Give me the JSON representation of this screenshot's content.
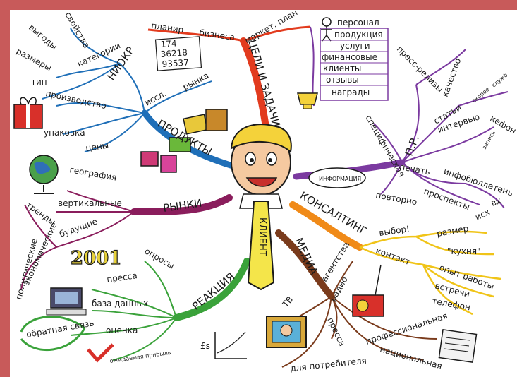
{
  "center": {
    "label": "КЛИЕНТ",
    "bubble": "ИНФОРМАЦИЯ"
  },
  "branches": {
    "goals": {
      "label": "ЦЕЛИ И ЗАДАЧИ",
      "children": [
        "планир",
        "бизнеса",
        "маркет. план"
      ],
      "numbers": [
        "174",
        "36218",
        "93537"
      ],
      "items": [
        "персонал",
        "продукция",
        "услуги",
        "финансовые",
        "клиенты",
        "отзывы",
        "награды"
      ]
    },
    "products": {
      "label": "ПРОДУКТЫ",
      "niokr": "НИОКР",
      "niokr_children": [
        "свойства",
        "выгоды",
        "размеры",
        "категории",
        "тип",
        "производство"
      ],
      "research": [
        "иссл.",
        "рынка"
      ],
      "other": [
        "упаковка",
        "цены"
      ]
    },
    "markets": {
      "label": "РЫНКИ",
      "children": [
        "география",
        "вертикальные",
        "тренды",
        "будущие",
        "экономические",
        "политические"
      ],
      "year": "2001"
    },
    "reaction": {
      "label": "РЕАКЦИЯ",
      "children": [
        "опросы",
        "пресса",
        "база данных",
        "обратная связь",
        "оценка",
        "ожидаемая прибыль"
      ],
      "graph_label": "£s"
    },
    "media": {
      "label": "МЕДИА",
      "children": [
        "агентства",
        "ТВ",
        "радио",
        "пресса",
        "профессиональная",
        "национальная",
        "для потребителя"
      ]
    },
    "consulting": {
      "label": "КОНСАЛТИНГ",
      "children": [
        "выбор!",
        "размер",
        "\"кухня\"",
        "контакт",
        "опыт работы",
        "встречи",
        "телефон"
      ]
    },
    "pr": {
      "label": "П.Р.",
      "children": [
        "пресс-релизы",
        "качество",
        "статьи",
        "скорое",
        "служб",
        "интервью",
        "кефон",
        "специфическая",
        "печать",
        "инфобюллетень",
        "запись",
        "вх",
        "исх",
        "повторно",
        "проспекты"
      ]
    }
  }
}
